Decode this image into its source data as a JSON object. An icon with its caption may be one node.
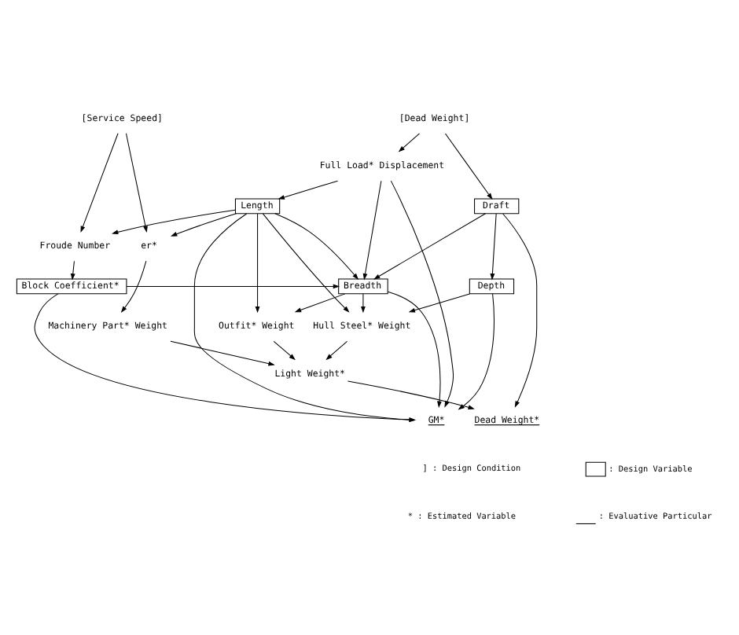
{
  "diagram": {
    "nodes": [
      {
        "text": [
          "[Service Speed]"
        ]
      },
      {
        "text": [
          "[Dead Weight]"
        ]
      },
      {
        "text": [
          "Full Load* Displacement"
        ]
      },
      {
        "text": [
          "Length"
        ]
      },
      {
        "text": [
          "Draft"
        ]
      },
      {
        "text": [
          "Froude Number"
        ]
      },
      {
        "text": [
          "Block Coefficient*"
        ]
      },
      {
        "text": [
          "Breadth"
        ]
      },
      {
        "text": [
          "Depth"
        ]
      },
      {
        "text": [
          "er*"
        ]
      },
      {
        "text": [
          "Machinery Part* Weight"
        ]
      },
      {
        "text": [
          "Outfit* Weight"
        ]
      },
      {
        "text": [
          "Hull Steel* Weight"
        ]
      },
      {
        "text": [
          "Light Weight*"
        ]
      },
      {
        "text": [
          "Dead Weight*"
        ]
      },
      {
        "text": [
          "GM*"
        ]
      }
    ],
    "edges": [
      {
        "from": 0,
        "to": 5,
        "arrow": "to"
      },
      {
        "from": 0,
        "to": 9,
        "arrow": "to"
      },
      {
        "from": 1,
        "to": 2,
        "arrow": "to"
      },
      {
        "from": 1,
        "to": 4,
        "arrow": "to"
      },
      {
        "from": 2,
        "to": 3,
        "arrow": "to"
      },
      {
        "from": 2,
        "to": 7,
        "arrow": "to"
      },
      {
        "from": 2,
        "to": 15,
        "arrow": "to"
      },
      {
        "from": 3,
        "to": 5,
        "arrow": "to"
      },
      {
        "from": 3,
        "to": 9,
        "arrow": "to"
      },
      {
        "from": 5,
        "to": 6,
        "arrow": "to"
      },
      {
        "from": 3,
        "to": 7,
        "arrow": "to"
      },
      {
        "from": 3,
        "to": 11,
        "arrow": "to"
      },
      {
        "from": 3,
        "to": 12,
        "arrow": "to"
      },
      {
        "from": 3,
        "to": 15,
        "arrow": "to"
      },
      {
        "from": 4,
        "to": 7,
        "arrow": "to"
      },
      {
        "from": 4,
        "to": 8,
        "arrow": "to"
      },
      {
        "from": 4,
        "to": 14,
        "arrow": "to"
      },
      {
        "from": 6,
        "to": 7,
        "arrow": "to"
      },
      {
        "from": 6,
        "to": 15,
        "arrow": "to"
      },
      {
        "from": 7,
        "to": 11,
        "arrow": "to"
      },
      {
        "from": 7,
        "to": 12,
        "arrow": "to"
      },
      {
        "from": 7,
        "to": 15,
        "arrow": "to"
      },
      {
        "from": 8,
        "to": 12,
        "arrow": "to"
      },
      {
        "from": 8,
        "to": 15,
        "arrow": "to"
      },
      {
        "from": 9,
        "to": 10,
        "arrow": "to"
      },
      {
        "from": 10,
        "to": 13,
        "arrow": "to"
      },
      {
        "from": 11,
        "to": 13,
        "arrow": "to"
      },
      {
        "from": 12,
        "to": 13,
        "arrow": "to"
      },
      {
        "from": 13,
        "to": 14,
        "arrow": "to"
      }
    ],
    "legend": [
      {
        "text": "] : Design Condition"
      },
      {
        "text": "* : Estimated Variable"
      },
      {
        "text": ": Design Variable"
      },
      {
        "text": ": Evaluative Particular"
      }
    ]
  }
}
